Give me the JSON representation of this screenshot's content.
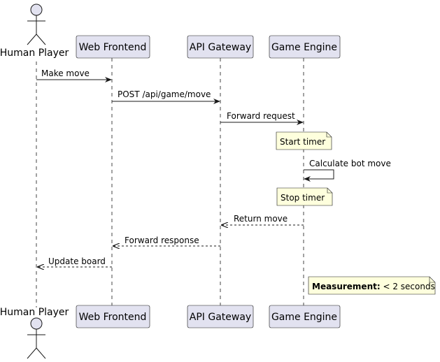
{
  "colors": {
    "participant_fill": "#E2E2F0",
    "participant_stroke": "#181818",
    "note_fill": "#FEFFDD",
    "note_stroke": "#181818",
    "line": "#181818",
    "lifeline": "#181818"
  },
  "participants": [
    {
      "id": "player",
      "label": "Human Player",
      "kind": "actor"
    },
    {
      "id": "frontend",
      "label": "Web Frontend",
      "kind": "box"
    },
    {
      "id": "gateway",
      "label": "API Gateway",
      "kind": "box"
    },
    {
      "id": "engine",
      "label": "Game Engine",
      "kind": "box"
    }
  ],
  "messages": [
    {
      "from": "player",
      "to": "frontend",
      "label": "Make move",
      "style": "solid"
    },
    {
      "from": "frontend",
      "to": "gateway",
      "label": "POST /api/game/move",
      "style": "solid"
    },
    {
      "from": "gateway",
      "to": "engine",
      "label": "Forward request",
      "style": "solid"
    },
    {
      "note": "Start timer",
      "on": "engine"
    },
    {
      "from": "engine",
      "to": "engine",
      "label": "Calculate bot move",
      "style": "self"
    },
    {
      "note": "Stop timer",
      "on": "engine"
    },
    {
      "from": "engine",
      "to": "gateway",
      "label": "Return move",
      "style": "dashed"
    },
    {
      "from": "gateway",
      "to": "frontend",
      "label": "Forward response",
      "style": "dashed"
    },
    {
      "from": "frontend",
      "to": "player",
      "label": "Update board",
      "style": "dashed"
    }
  ],
  "measurement_note": {
    "bold": "Measurement:",
    "text": " < 2 seconds"
  }
}
